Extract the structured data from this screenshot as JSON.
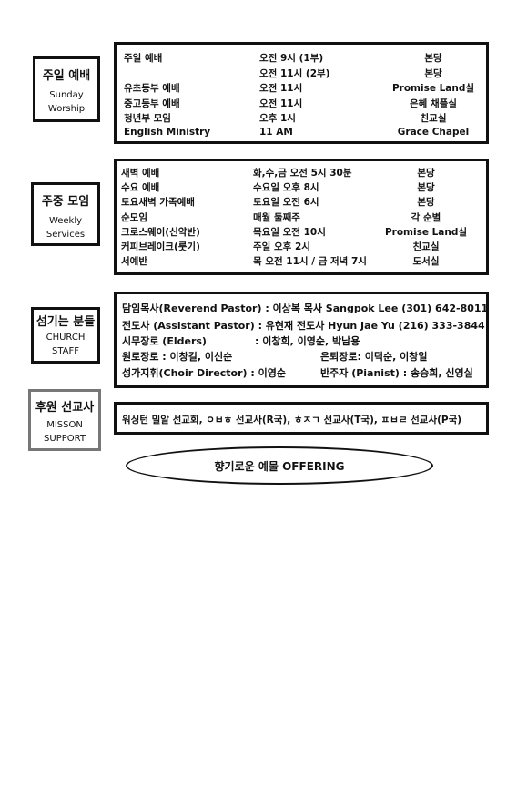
{
  "sunday": {
    "label_ko": "주일 예배",
    "label_en1": "Sunday",
    "label_en2": "Worship",
    "rows": [
      {
        "name": "주일 예배",
        "time": "오전   9시 (1부)",
        "place": "본당"
      },
      {
        "name": "",
        "time": "오전 11시 (2부)",
        "place": "본당"
      },
      {
        "name": "유초등부 예배",
        "time": "오전 11시",
        "place": "Promise Land실"
      },
      {
        "name": "중고등부 예배",
        "time": "오전 11시",
        "place": "은혜 채플실"
      },
      {
        "name": "청년부 모임",
        "time": "오후   1시",
        "place": "친교실"
      },
      {
        "name": "English Ministry",
        "time": "11 AM",
        "place": "Grace Chapel"
      }
    ]
  },
  "weekly": {
    "label_ko": "주중 모임",
    "label_en1": "Weekly",
    "label_en2": "Services",
    "rows": [
      {
        "name": "새벽 예배",
        "time": "화,수,금 오전 5시 30분",
        "place": "본당"
      },
      {
        "name": "수요 예배",
        "time": "수요일 오후 8시",
        "place": "본당"
      },
      {
        "name": "토요새벽 가족예배",
        "time": "토요일  오전  6시",
        "place": "본당"
      },
      {
        "name": "순모임",
        "time": "매월 둘째주",
        "place": "각 순별"
      },
      {
        "name": "크로스웨이(신약반)",
        "time": "목요일 오전 10시",
        "place": "Promise Land실"
      },
      {
        "name": "커피브레이크(룻기)",
        "time": "주일 오후 2시",
        "place": "친교실"
      },
      {
        "name": "서예반",
        "time": "목 오전 11시 / 금 저녁 7시",
        "place": "도서실"
      }
    ]
  },
  "staff": {
    "label_ko": "섬기는 분들",
    "label_en1": "CHURCH",
    "label_en2": "STAFF",
    "pastor": "담임목사(Reverend Pastor) :  이상복 목사 Sangpok Lee   (301) 642-8011",
    "assistant": "전도사   (Assistant Pastor) :  유현재 전도사 Hyun Jae Yu  (216) 333-3844",
    "elders_label": "시무장로  (Elders)",
    "elders_names": ":  이창희, 이영순, 박남용",
    "senior_elders": "원로장로 : 이창길, 이신순",
    "retired_elders": "은퇴장로: 이덕순, 이창일",
    "choir": "성가지휘(Choir Director) : 이영순",
    "pianist": "반주자 (Pianist) : 송승희,  신영실"
  },
  "mission": {
    "label_ko": "후원 선교사",
    "label_en1": "MISSON",
    "label_en2": "SUPPORT",
    "text": "워싱턴 밀알 선교회,  ㅇㅂㅎ 선교사(R국),  ㅎㅈㄱ 선교사(T국),  ㅍㅂㄹ 선교사(P국)"
  },
  "offering": "향기로운 예물   OFFERING"
}
